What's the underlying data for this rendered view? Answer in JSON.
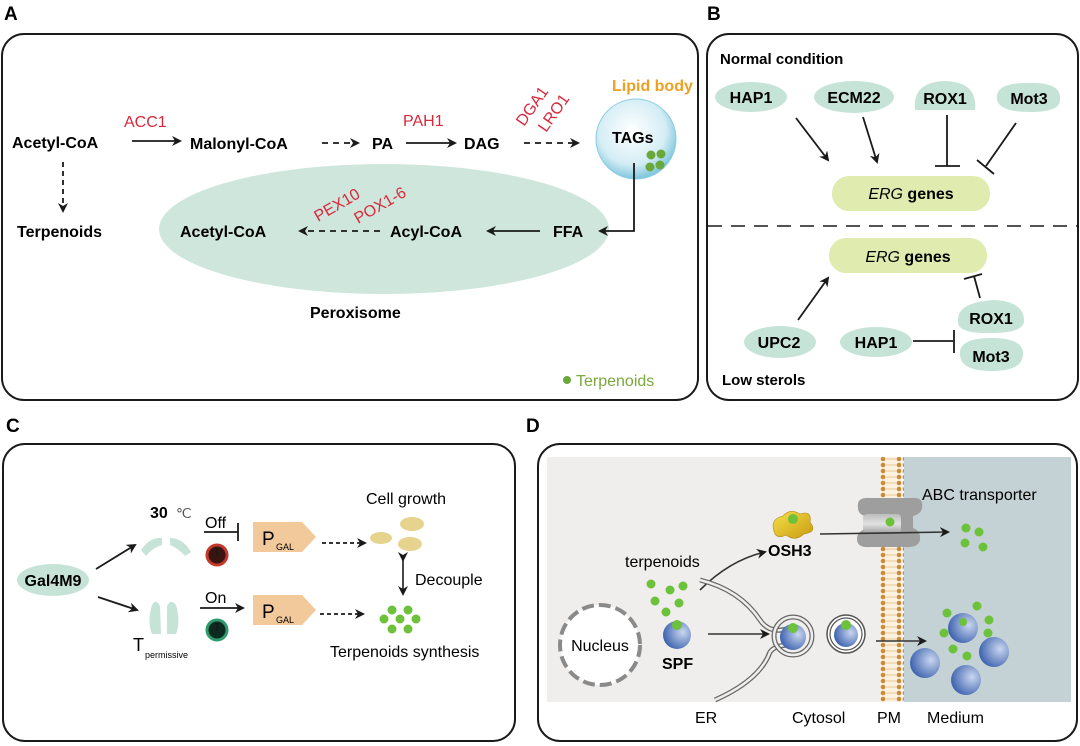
{
  "panels": {
    "A": {
      "letter": "A",
      "nodes": {
        "acetyl_coa_top": "Acetyl-CoA",
        "malonyl_coa": "Malonyl-CoA",
        "pa": "PA",
        "dag": "DAG",
        "tags": "TAGs",
        "terpenoids": "Terpenoids",
        "acetyl_coa_perox": "Acetyl-CoA",
        "acyl_coa": "Acyl-CoA",
        "ffa": "FFA"
      },
      "enzymes": {
        "acc1": "ACC1",
        "pah1": "PAH1",
        "dga1": "DGA1",
        "lro1": "LRO1",
        "pex10": "PEX10",
        "pox": "POX1-6"
      },
      "lipid_body": "Lipid body",
      "peroxisome": "Peroxisome",
      "legend": "Terpenoids"
    },
    "B": {
      "letter": "B",
      "normal_title": "Normal condition",
      "low_title": "Low sterols",
      "normal": {
        "hap1": "HAP1",
        "ecm22": "ECM22",
        "rox1": "ROX1",
        "mot3": "Mot3"
      },
      "low": {
        "upc2": "UPC2",
        "hap1": "HAP1",
        "rox1": "ROX1",
        "mot3": "Mot3"
      },
      "erg_italic": "ERG",
      "erg_rest": " genes"
    },
    "C": {
      "letter": "C",
      "gal4m9": "Gal4M9",
      "temp_30": "30",
      "temp_unit": "℃",
      "t_main": "T",
      "t_sub": "permissive",
      "off": "Off",
      "on": "On",
      "p_main": "P",
      "p_sub": "GAL",
      "cell_growth": "Cell growth",
      "decouple": "Decouple",
      "terp_synth": "Terpenoids synthesis"
    },
    "D": {
      "letter": "D",
      "terpenoids": "terpenoids",
      "osh3": "OSH3",
      "abc": "ABC transporter",
      "nucleus": "Nucleus",
      "spf": "SPF",
      "er": "ER",
      "cytosol": "Cytosol",
      "pm": "PM",
      "medium": "Medium"
    }
  },
  "colors": {
    "enzyme_red": "#d8283c",
    "lipid_orange": "#f0a020",
    "terp_green": "#6cc23a",
    "legend_green": "#7aa83c",
    "teal_fill": "#c6e3d8",
    "erg_fill": "#e0ebb0",
    "promoter": "#f2c99a"
  }
}
